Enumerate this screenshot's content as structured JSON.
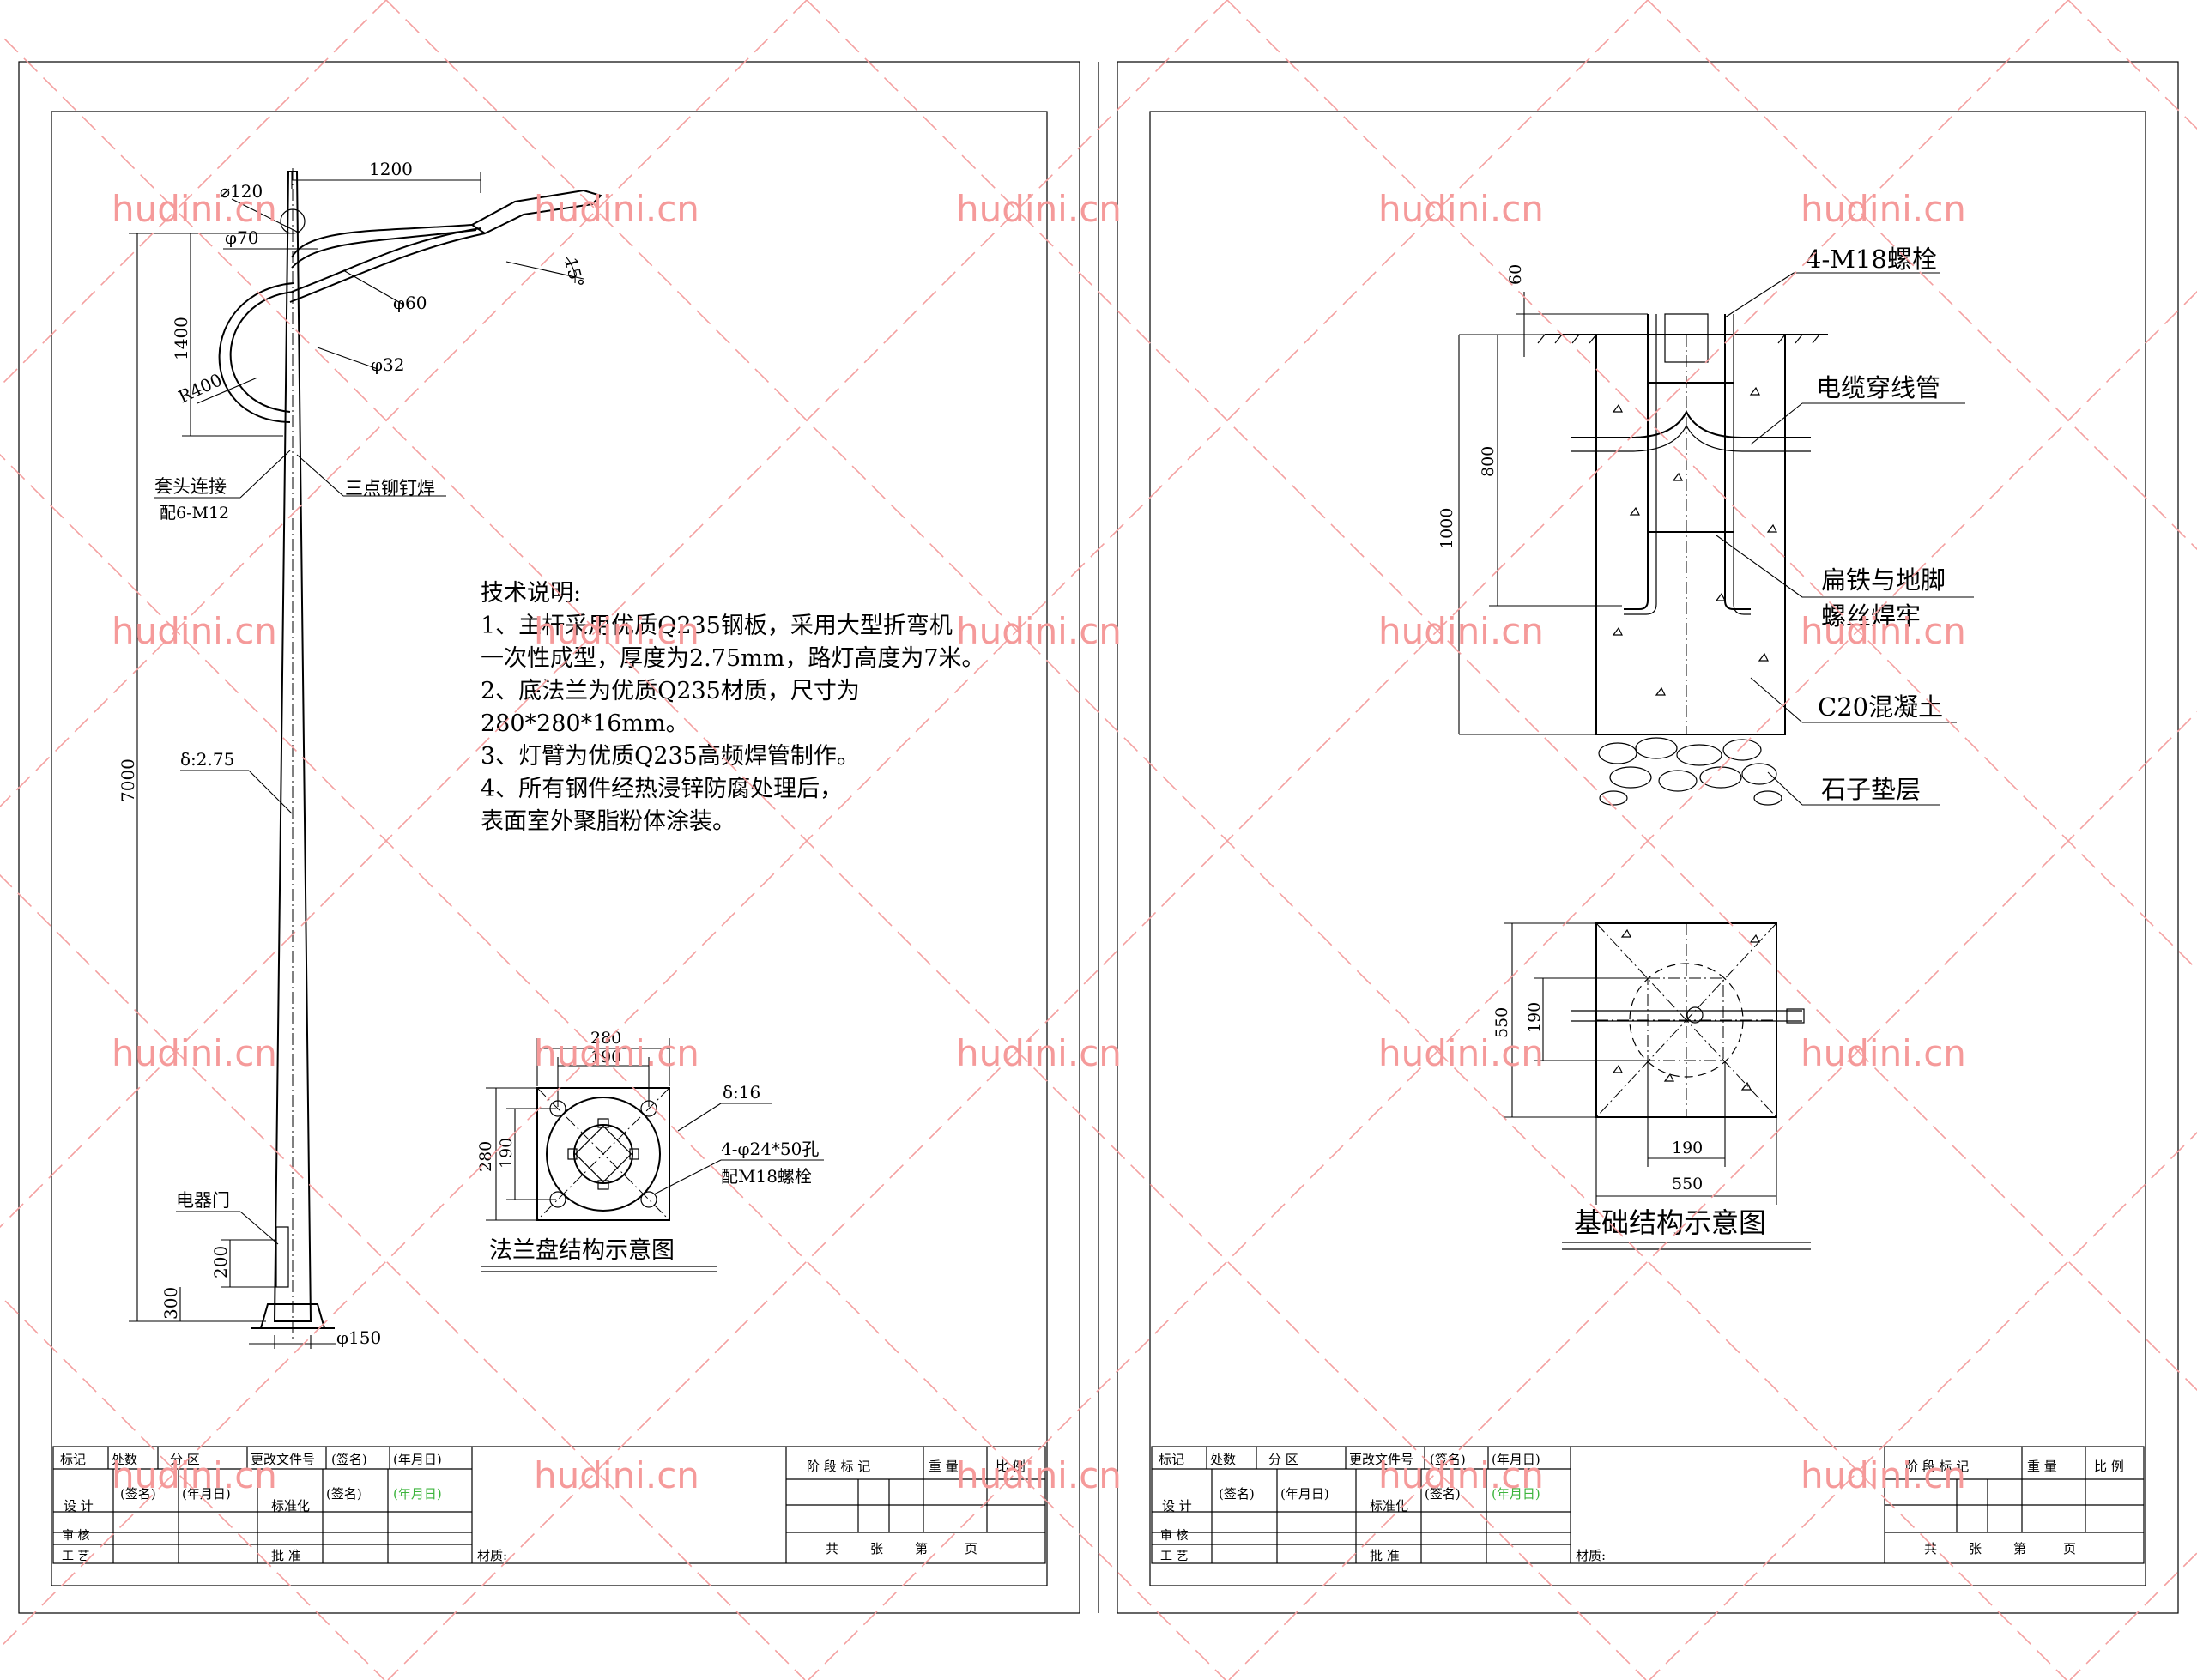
{
  "sheet_left": {
    "pole_dims": {
      "arm_length": "1200",
      "lamp_ring": "⌀120",
      "top_dia": "φ70",
      "arm_dia": "φ60",
      "brace_dia": "φ32",
      "arm_height": "1400",
      "bend_radius": "R400",
      "lamp_angle": "15°",
      "pole_height": "7000",
      "wall_thickness": "δ:2.75",
      "door_width": "200",
      "door_height": "300",
      "base_dia": "φ150"
    },
    "pole_labels": {
      "sleeve_joint": "套头连接",
      "sleeve_bolts": "配6-M12",
      "rivet_weld": "三点铆钉焊",
      "door": "电器门"
    },
    "tech_notes": {
      "title": "技术说明:",
      "lines": [
        "1、主杆采用优质Q235钢板，采用大型折弯机",
        "一次性成型，厚度为2.75mm，路灯高度为7米。",
        "2、底法兰为优质Q235材质，尺寸为",
        "280*280*16mm。",
        "3、灯臂为优质Q235高频焊管制作。",
        "4、所有钢件经热浸锌防腐处理后，",
        "表面室外聚脂粉体涂装。"
      ]
    },
    "flange": {
      "outer": "280",
      "inner": "190",
      "outer_v": "280",
      "inner_v": "190",
      "thickness": "δ:16",
      "holes": "4-φ24*50孔",
      "bolts": "配M18螺栓",
      "caption": "法兰盘结构示意图"
    }
  },
  "sheet_right": {
    "section_labels": {
      "bolts": "4-M18螺栓",
      "cable_pipe": "电缆穿线管",
      "flat_iron_1": "扁铁与地脚",
      "flat_iron_2": "螺丝焊牢",
      "concrete": "C20混凝土",
      "gravel": "石子垫层"
    },
    "section_dims": {
      "top": "60",
      "bolt_len": "800",
      "depth": "1000"
    },
    "plan_dims": {
      "outer_v": "550",
      "inner_v": "190",
      "inner_h": "190",
      "outer_h": "550"
    },
    "caption": "基础结构示意图"
  },
  "title_block": {
    "row1": [
      "标记",
      "处数",
      "分 区",
      "更改文件号",
      "(签名)",
      "(年月日)"
    ],
    "row1_right": [
      "阶 段 标 记",
      "重 量",
      "比 例"
    ],
    "design": "设 计",
    "sign1": "(签名)",
    "date1": "(年月日)",
    "standard": "标准化",
    "sign2": "(签名)",
    "date2": "(年月日)",
    "review": "审 核",
    "craft": "工 艺",
    "approve": "批 准",
    "material": "材质:",
    "sheets": [
      "共",
      "张",
      "第",
      "页"
    ]
  },
  "watermark": "hudini.cn",
  "colors": {
    "watermark": "#f59a9a",
    "ink": "#000000",
    "green_date": "#3cb43c"
  }
}
